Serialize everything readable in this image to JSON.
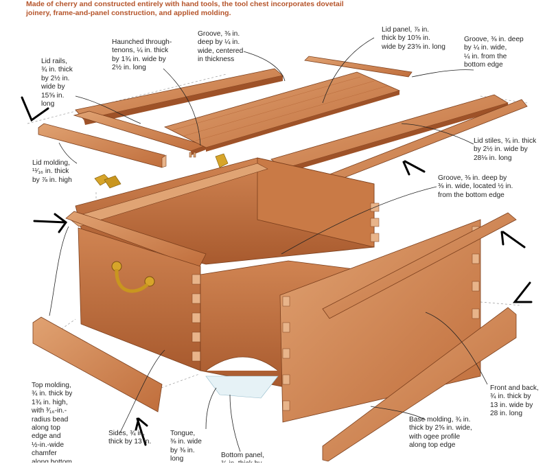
{
  "caption": "Made of cherry and constructed entirely with hand tools, the tool chest incorporates dovetail joinery, frame-and-panel construction, and applied molding.",
  "labels": {
    "lid_rails": "Lid rails,\n¾ in. thick\nby 2½ in.\nwide by\n15⅝ in.\nlong",
    "haunched_tenons": "Haunched through-\ntenons, ¼ in. thick\nby 1¾ in. wide by\n2½ in. long",
    "lid_groove": "Groove, ⅜ in.\ndeep by ¼ in.\nwide, centered\nin thickness",
    "lid_panel": "Lid panel, ⅞ in.\nthick by 10⅝ in.\nwide by 23⅝ in. long",
    "groove_top_right": "Groove, ⅜ in. deep\nby ¼ in. wide,\n¼ in. from the\nbottom edge",
    "lid_molding": "Lid molding,\n¹¹⁄₁₆ in. thick\nby ⅞ in. high",
    "lid_stiles": "Lid stiles, ¾ in. thick\nby 2½ in. wide by\n28⅛ in. long",
    "groove_mid_right": "Groove, ⅜ in. deep by\n⅜ in. wide, located ½ in.\nfrom the bottom edge",
    "front_back": "Front and back,\n¾ in. thick by\n13 in. wide by\n28 in. long",
    "base_molding": "Base molding, ¾ in.\nthick by 2⅝ in. wide,\nwith ogee profile\nalong top edge",
    "top_molding": "Top molding,\n¾ in. thick by\n1¾ in. high,\nwith ³⁄₁₆-in.-\nradius bead\nalong top\nedge and\n½-in.-wide\nchamfer\nalong bottom",
    "sides": "Sides, ¾ in.\nthick by 13 in.",
    "tongue": "Tongue,\n⅜ in. wide\nby ⅜ in.\nlong",
    "bottom_panel": "Bottom panel,\n¾ in. thick by"
  },
  "colors": {
    "caption": "#b5542a",
    "wood_light": "#d9905e",
    "wood_mid": "#c47240",
    "wood_dark": "#8f4a24",
    "wood_end": "#e8b48a",
    "leader": "#222222",
    "handle_brass": "#c9961f",
    "arrow_marks": "#000000"
  }
}
